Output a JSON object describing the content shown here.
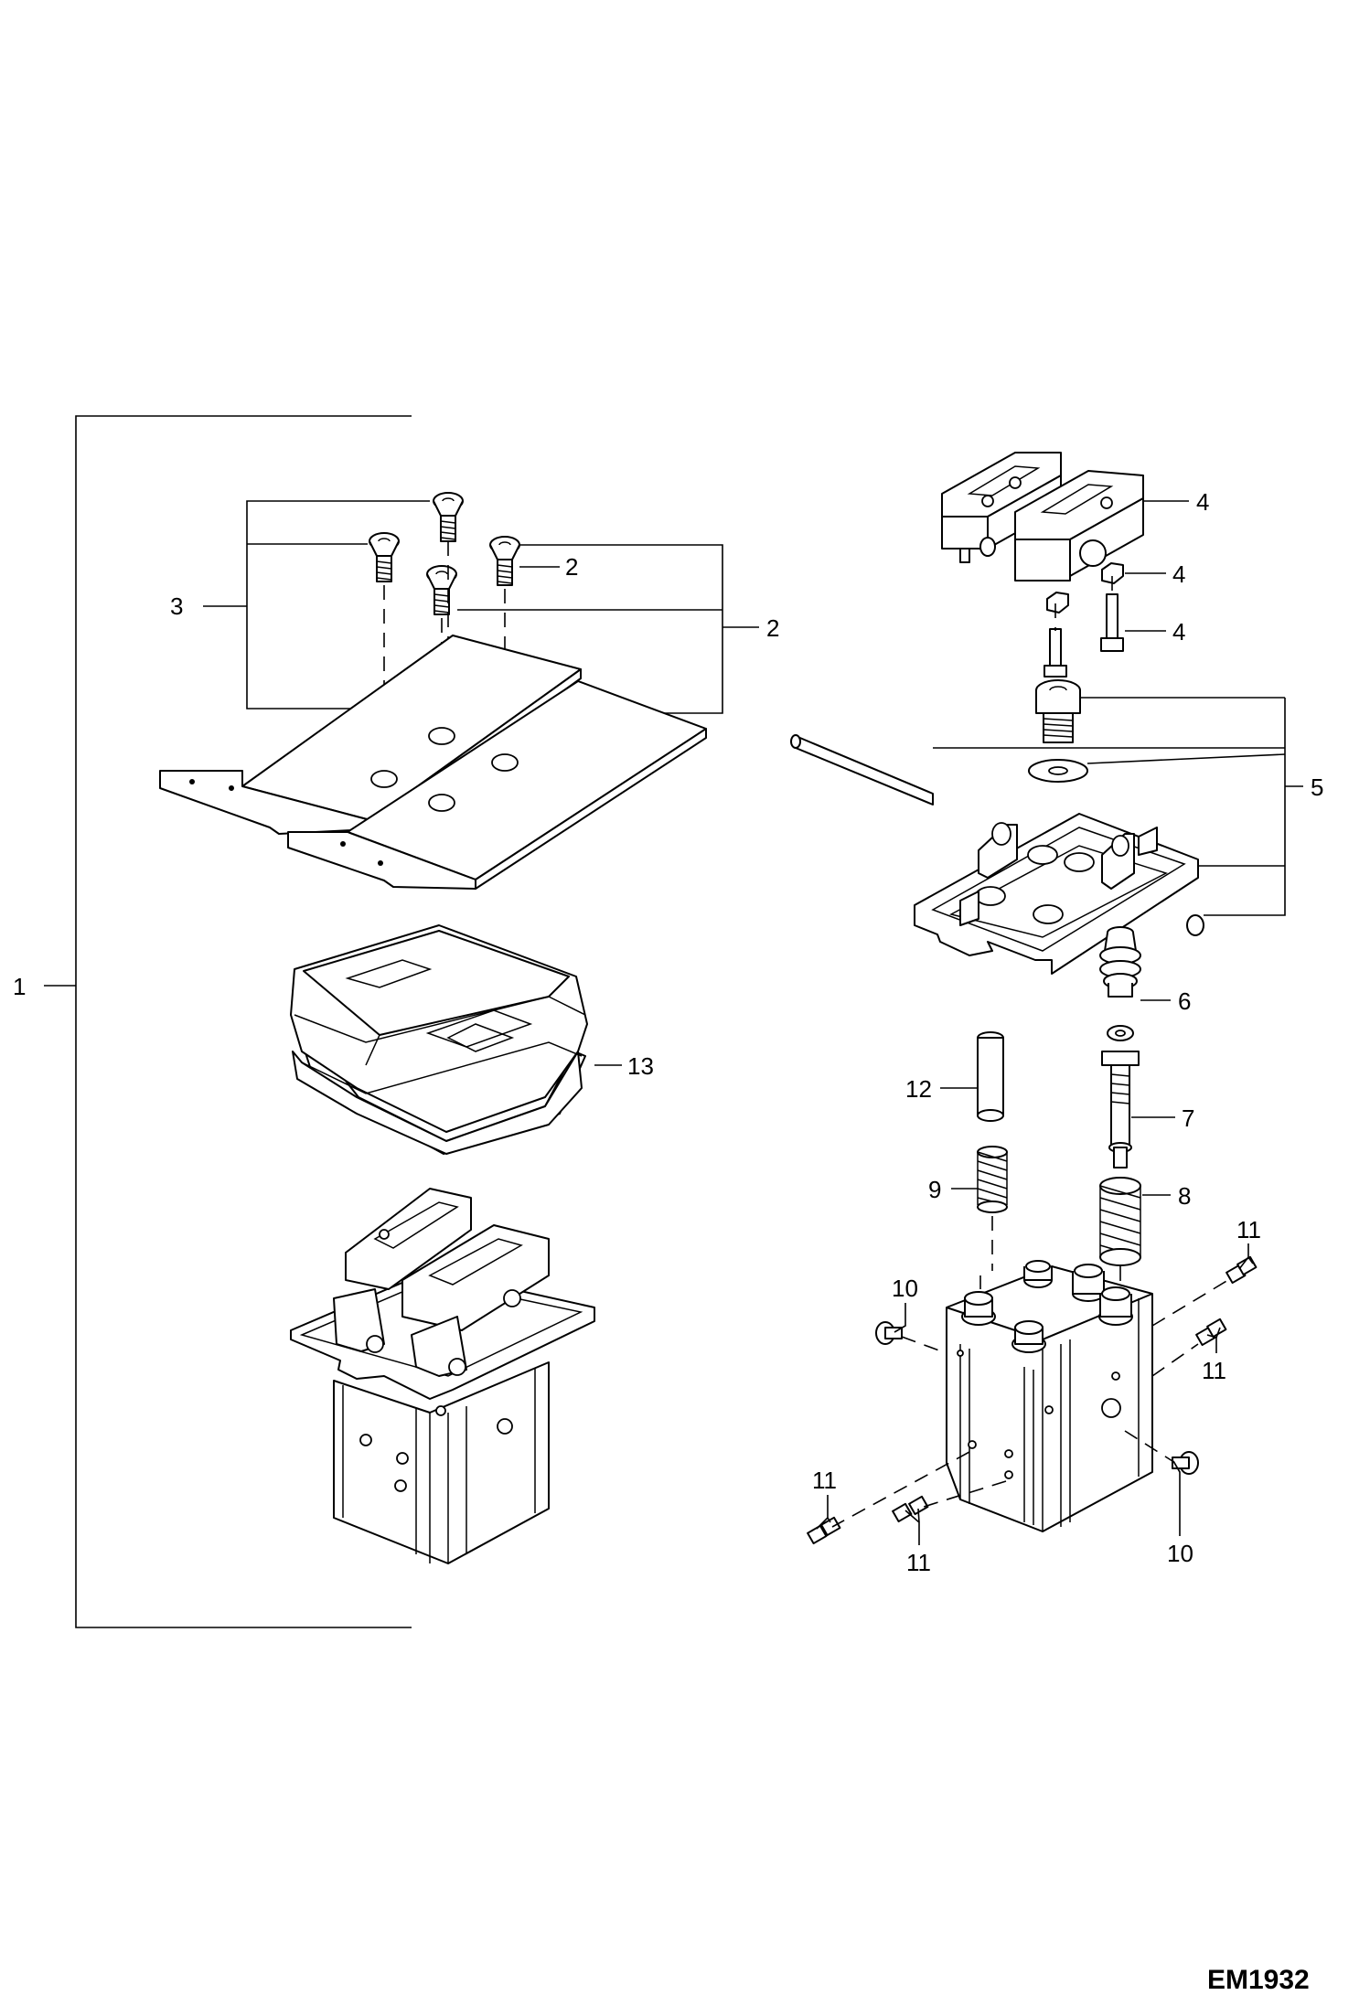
{
  "drawing_code": "EM1932",
  "callouts": {
    "c1": "1",
    "c2a": "2",
    "c2b": "2",
    "c3": "3",
    "c4a": "4",
    "c4b": "4",
    "c4c": "4",
    "c5": "5",
    "c6": "6",
    "c7": "7",
    "c8": "8",
    "c9": "9",
    "c10a": "10",
    "c10b": "10",
    "c11a": "11",
    "c11b": "11",
    "c11c": "11",
    "c11d": "11",
    "c12": "12",
    "c13": "13"
  }
}
